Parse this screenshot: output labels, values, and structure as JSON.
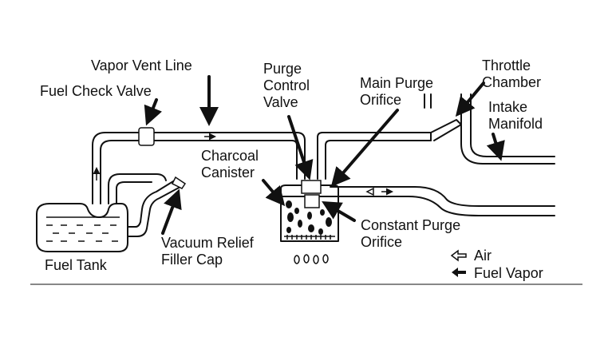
{
  "labels": {
    "vapor_vent_line": "Vapor Vent Line",
    "fuel_check_valve": "Fuel Check Valve",
    "purge_control_valve": [
      "Purge",
      "Control",
      "Valve"
    ],
    "main_purge_orifice": [
      "Main Purge",
      "Orifice"
    ],
    "throttle_chamber": [
      "Throttle",
      "Chamber"
    ],
    "intake_manifold": [
      "Intake",
      "Manifold"
    ],
    "charcoal_canister": [
      "Charcoal",
      "Canister"
    ],
    "constant_purge_orifice": [
      "Constant Purge",
      "Orifice"
    ],
    "fuel_tank": "Fuel Tank",
    "vacuum_relief_filler_cap": [
      "Vacuum Relief",
      "Filler Cap"
    ]
  },
  "legend": {
    "air": "Air",
    "fuel_vapor": "Fuel Vapor"
  }
}
